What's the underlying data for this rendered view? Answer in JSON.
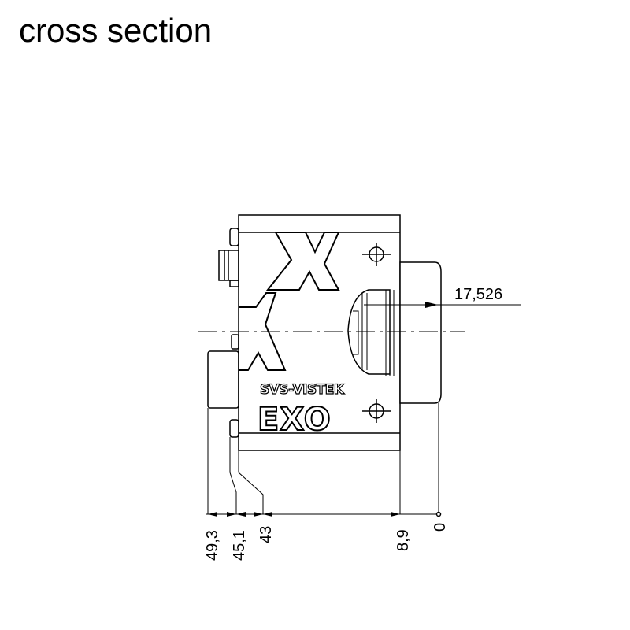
{
  "title": "cross section",
  "brand": {
    "maker": "SVS-VISTEK",
    "model": "EXO"
  },
  "dimensions": {
    "horizontal": [
      "49,3",
      "45,1",
      "43",
      "8,9",
      "0"
    ],
    "sensor_offset": "17,526"
  },
  "colors": {
    "line": "#000000",
    "background": "#ffffff"
  }
}
